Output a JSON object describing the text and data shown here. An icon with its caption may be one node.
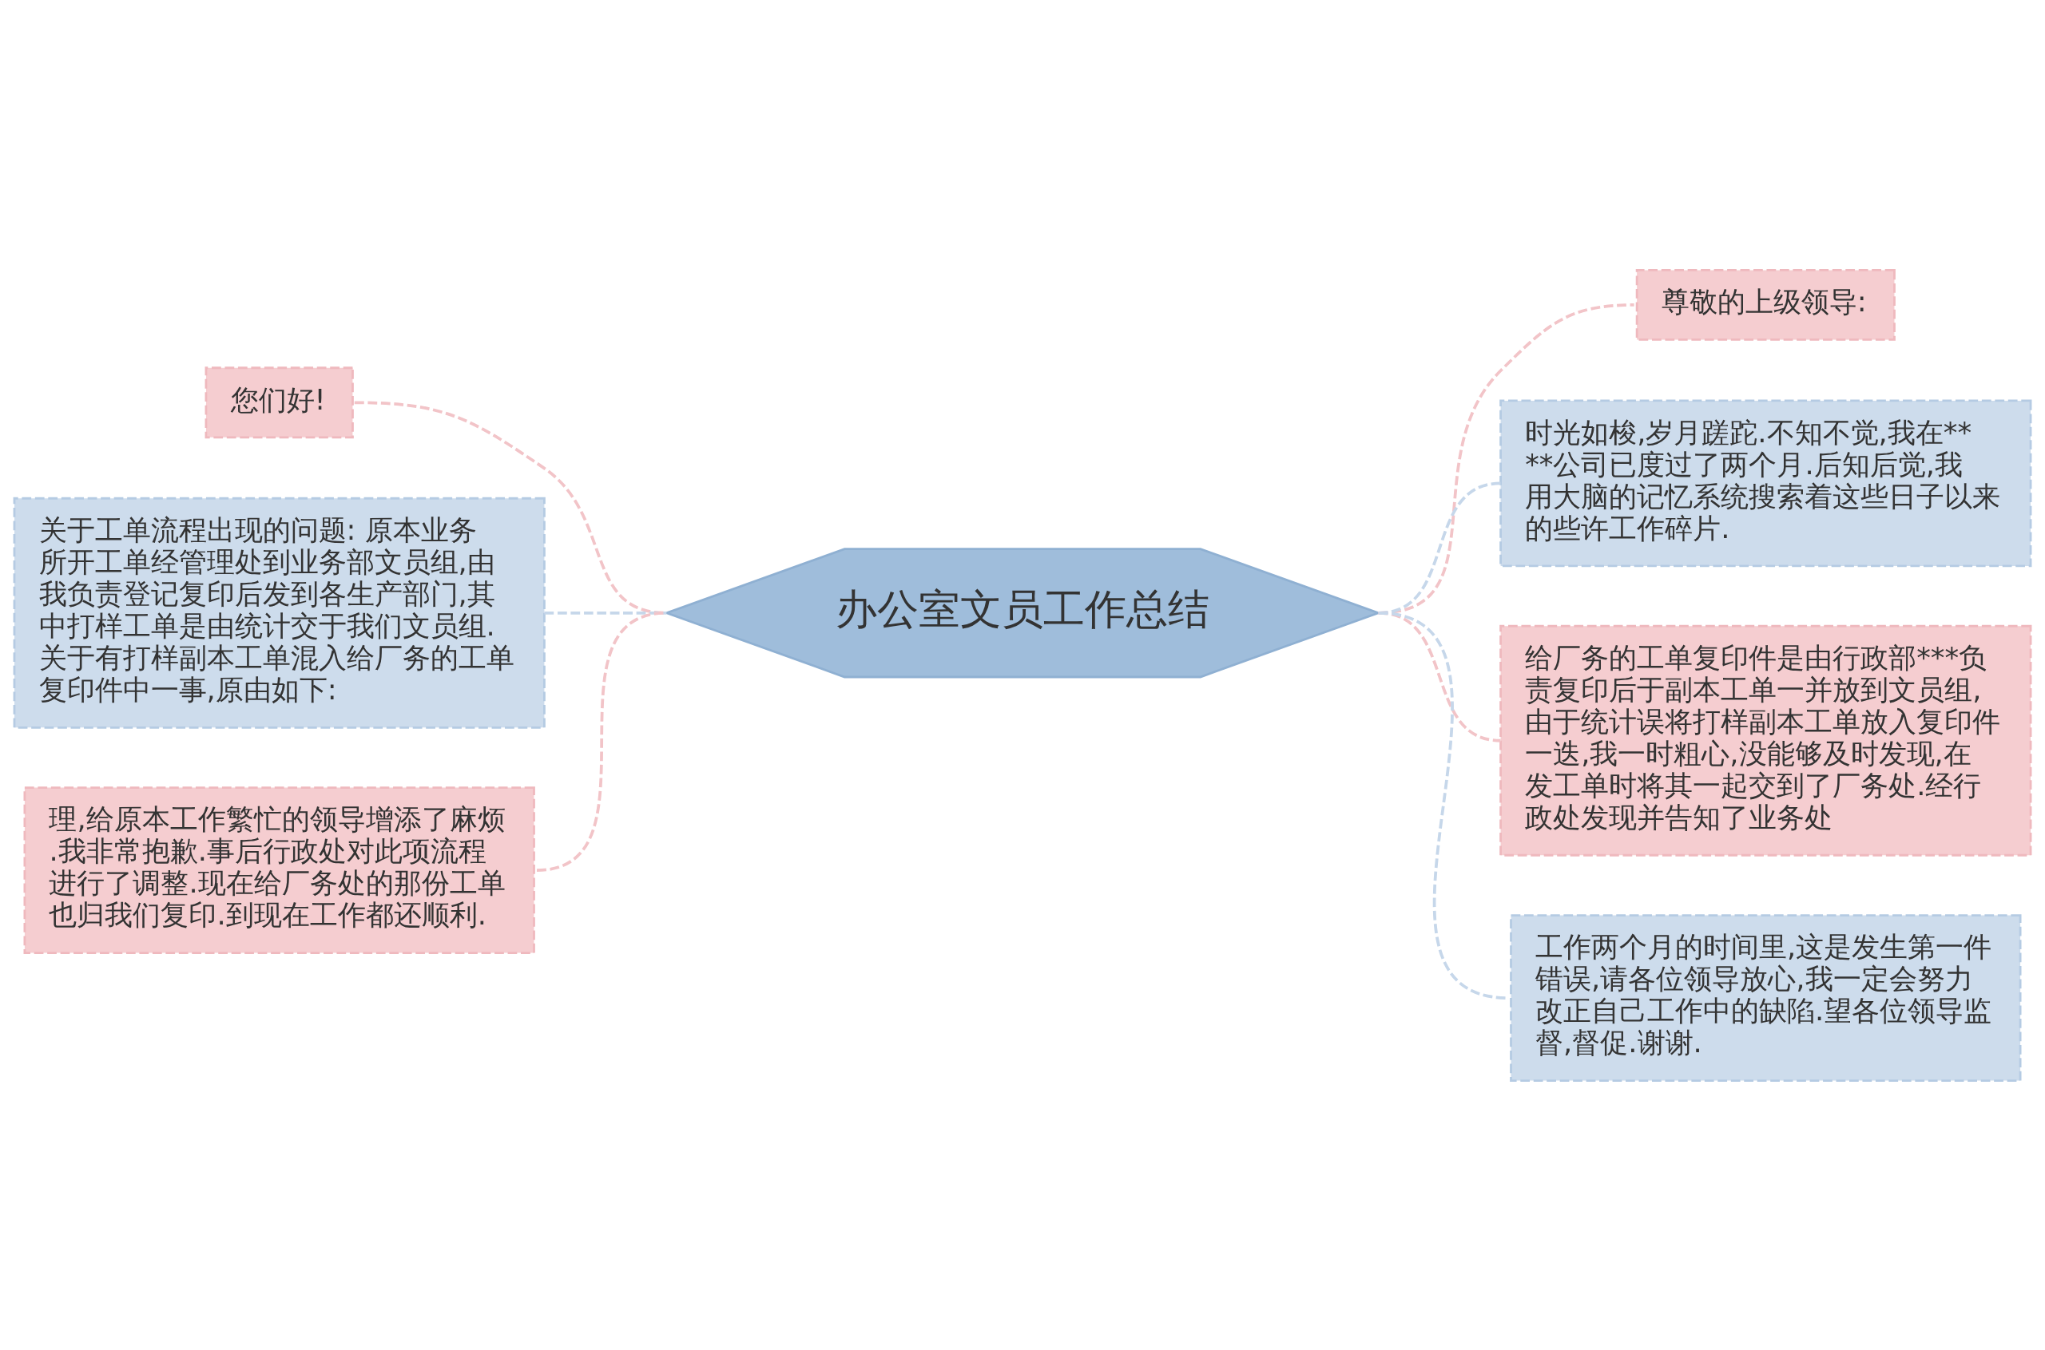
{
  "diagram": {
    "nodes": [
      {
        "text": [
          "办公室文员工作总结"
        ]
      },
      {
        "text": [
          "您们好!"
        ]
      },
      {
        "text": [
          "关于工单流程出现的问题: 原本业务所开工单经管理处到业务部文员组,由我负责登记复印后发到各生产部门,其中打样工单是由统计交于我们文员组.关于有打样副本工单混入给厂务的工单复印件中一事,原由如下:"
        ]
      },
      {
        "text": [
          "理,给原本工作繁忙的领导增添了麻烦.我非常抱歉.事后行政处对此项流程进行了调整.现在给厂务处的那份工单也归我们复印.到现在工作都还顺利."
        ]
      },
      {
        "text": [
          "尊敬的上级领导:"
        ]
      },
      {
        "text": [
          "时光如梭,岁月蹉跎.不知不觉,我在****公司已度过了两个月.后知后觉,我用大脑的记忆系统搜索着这些日子以来的些许工作碎片."
        ]
      },
      {
        "text": [
          "给厂务的工单复印件是由行政部***负责复印后于副本工单一并放到文员组,由于统计误将打样副本工单放入复印件一迭,我一时粗心,没能够及时发现,在发工单时将其一起交到了厂务处.经行政处发现并告知了业务处"
        ]
      },
      {
        "text": [
          "工作两个月的时间里,这是发生第一件错误,请各位领导放心,我一定会努力改正自己工作中的缺陷.望各位领导监督,督促.谢谢."
        ]
      }
    ],
    "edges": [
      {
        "from": 0,
        "to": 1,
        "arrow": "none"
      },
      {
        "from": 0,
        "to": 2,
        "arrow": "none",
        "color": "#c6d7ea"
      },
      {
        "from": 0,
        "to": 3,
        "arrow": "none"
      },
      {
        "from": 0,
        "to": 4,
        "arrow": "none"
      },
      {
        "from": 0,
        "to": 5,
        "arrow": "none",
        "color": "#c6d7ea"
      },
      {
        "from": 0,
        "to": 6,
        "arrow": "none"
      },
      {
        "from": 0,
        "to": 7,
        "arrow": "none",
        "color": "#c6d7ea"
      }
    ]
  }
}
